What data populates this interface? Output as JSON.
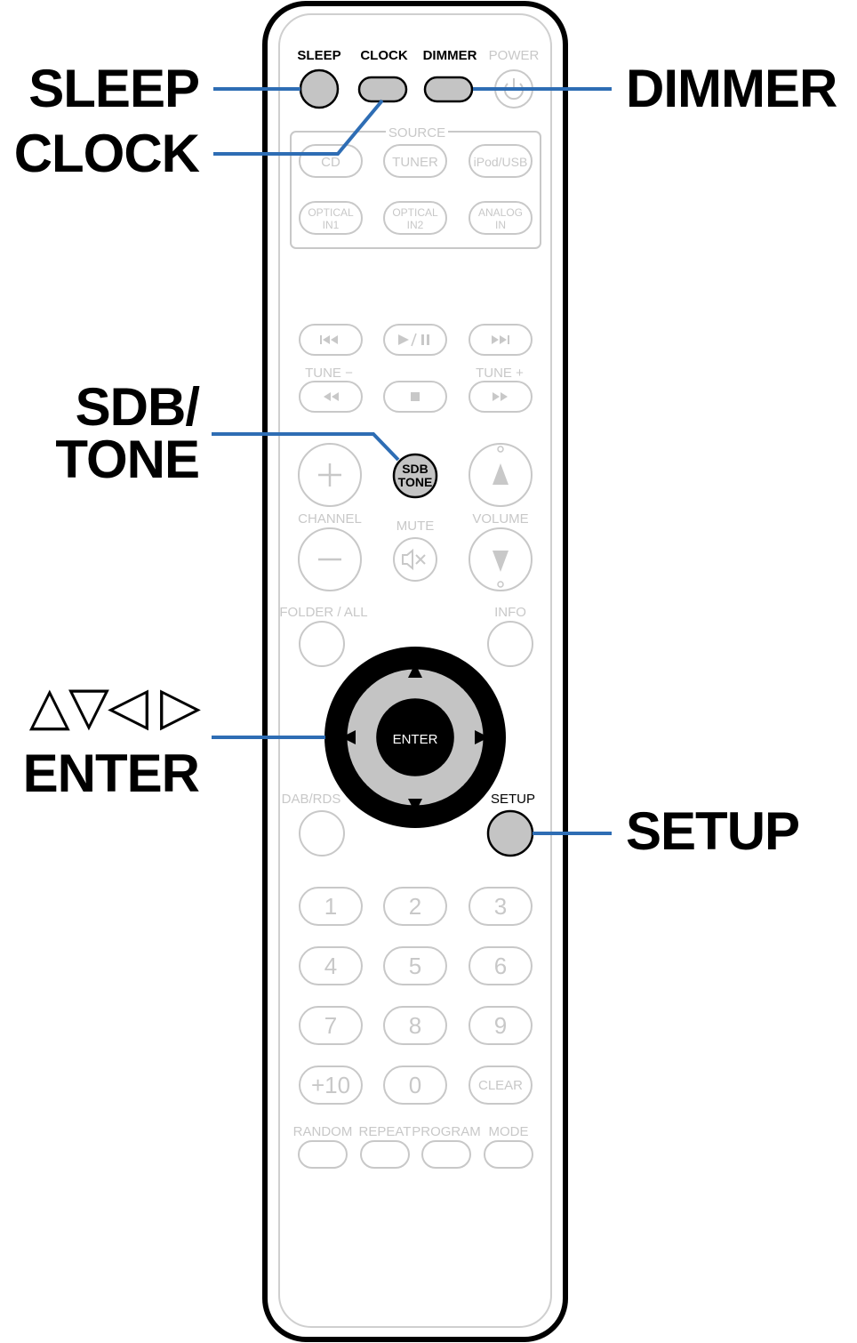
{
  "callouts": {
    "sleep": "SLEEP",
    "clock": "CLOCK",
    "dimmer": "DIMMER",
    "sdb_line1": "SDB/",
    "sdb_line2": "TONE",
    "arrows": "△▽◁ ▷",
    "enter": "ENTER",
    "setup": "SETUP"
  },
  "remote": {
    "top_labels": {
      "sleep": "SLEEP",
      "clock": "CLOCK",
      "dimmer": "DIMMER",
      "power": "POWER"
    },
    "source_title": "SOURCE",
    "source_buttons": [
      "CD",
      "TUNER",
      "iPod/USB"
    ],
    "input_buttons": [
      [
        "OPTICAL",
        "IN1"
      ],
      [
        "OPTICAL",
        "IN2"
      ],
      [
        "ANALOG",
        "IN"
      ]
    ],
    "tune_minus": "TUNE −",
    "tune_plus": "TUNE +",
    "sdb_button": [
      "SDB",
      "TONE"
    ],
    "channel": "CHANNEL",
    "mute": "MUTE",
    "volume": "VOLUME",
    "folder_all": "FOLDER / ALL",
    "info": "INFO",
    "enter": "ENTER",
    "dab_rds": "DAB/RDS",
    "setup": "SETUP",
    "numbers": [
      "1",
      "2",
      "3",
      "4",
      "5",
      "6",
      "7",
      "8",
      "9",
      "+10",
      "0",
      "CLEAR"
    ],
    "bottom_labels": [
      "RANDOM",
      "REPEAT",
      "PROGRAM",
      "MODE"
    ]
  },
  "colors": {
    "accent_line": "#2e6db4",
    "highlight_button": "#c4c4c4",
    "faded": "#c8c8c8",
    "body_outline": "#000000"
  }
}
